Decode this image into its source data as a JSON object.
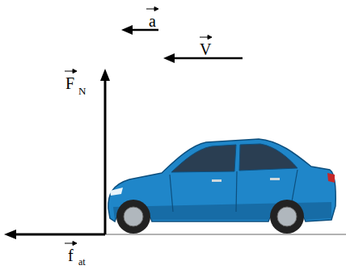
{
  "diagram": {
    "labels": [
      "a",
      "V",
      "F",
      "N",
      "f",
      "at"
    ]
  }
}
